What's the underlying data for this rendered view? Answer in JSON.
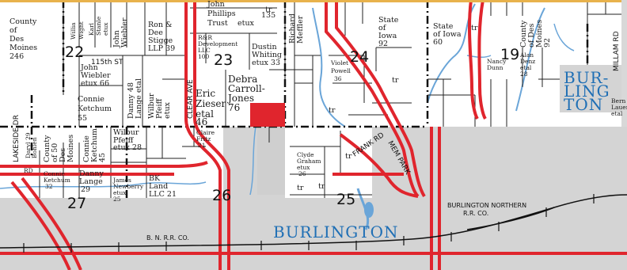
{
  "map": {
    "section_numbers": [
      "22",
      "23",
      "24",
      "19",
      "27",
      "26",
      "25"
    ],
    "city_label": "BURLINGTON",
    "city_label_right": "BURLINGTON",
    "roads": {
      "st_115": "115th ST",
      "clear_ave": "CLEAR AVE",
      "lakeside_dr": "LAKESIDE DR",
      "millam_rd": "MILLAM RD",
      "frank_rd": "FRANK RD",
      "mem_park": "MEM PARK",
      "rd_label": "RD"
    },
    "railroads": {
      "bnrr": "B. N. R.R. CO.",
      "bn_line1": "BURLINGTON NORTHERN",
      "bn_line2": "R.R. CO."
    },
    "owners": {
      "county_des_moines_1": [
        "County",
        "of",
        "Des",
        "Moines",
        "246"
      ],
      "william_wight": [
        "Willia",
        "Wight",
        "etux"
      ],
      "karl_stanley": [
        "Karl",
        "Stanle",
        "etux"
      ],
      "john_wiebler_top": [
        "John",
        "Wiebler"
      ],
      "ron_dee_stigge": [
        "Ron &",
        "Dee",
        "Stigge",
        "LLP 39"
      ],
      "john_phillips": [
        "John",
        "Phillips",
        "Trust",
        "etux"
      ],
      "num_135": "135",
      "richard_meffler": [
        "Richard",
        "Meffler"
      ],
      "state_iowa_1": [
        "State",
        "of",
        "Iowa",
        "92"
      ],
      "state_iowa_2": [
        "State",
        "of Iowa",
        "60"
      ],
      "county_des_moines_2": [
        "County",
        "of Des",
        "Moines",
        "92"
      ],
      "rr_development": [
        "R&R",
        "Development",
        "LLC",
        "100"
      ],
      "dustin_whiting": [
        "Dustin",
        "Whiting",
        "etux 33"
      ],
      "john_wiebler_2": [
        "John",
        "Wiebler",
        "etux  66"
      ],
      "connie_ketchum_1": [
        "Connie",
        "Ketchum",
        "55"
      ],
      "danny_lange": [
        "Danny 48",
        "Lange etal"
      ],
      "wilbur_pfeiff_1": [
        "Wilbur",
        "Pfeiff",
        "etux"
      ],
      "eric_zieser": [
        "Eric",
        "Zieser",
        "etal",
        "46"
      ],
      "debra_carroll": [
        "Debra",
        "Carroll-",
        "Jones",
        "76"
      ],
      "violet_powell": [
        "Violet",
        "Powell",
        "36"
      ],
      "nancy_dunn": [
        "Nancy",
        "Dunn"
      ],
      "alan_denz": [
        "Alan",
        "Denz",
        "etal",
        "28"
      ],
      "bern_lauer": [
        "Bern",
        "Lauer",
        "etal"
      ],
      "daryl_bohlen": [
        "Daryl 29",
        "Bohlen"
      ],
      "county_des_moines_3": [
        "County",
        "of 50",
        "Des",
        "Moines"
      ],
      "connie_ketchum_2": [
        "Connie",
        "Ketchum",
        "45"
      ],
      "wilbur_pfeiff_2": [
        "Wilbur",
        "Pfeiff",
        "etux  28"
      ],
      "claire_fritz": [
        "Claire",
        "Fritz",
        "21"
      ],
      "clyde_graham": [
        "Clyde",
        "Graham",
        "etux",
        "26"
      ],
      "connie_ketchum_3": [
        "Connie",
        "Ketchum",
        "32"
      ],
      "danny_lange_2": [
        "Danny",
        "Lange",
        "29"
      ],
      "james_newberry": [
        "James",
        "Newberry",
        "etux",
        "25"
      ],
      "bk_land": [
        "BK",
        "Land",
        "LLC   21"
      ],
      "tr": "tr"
    }
  }
}
